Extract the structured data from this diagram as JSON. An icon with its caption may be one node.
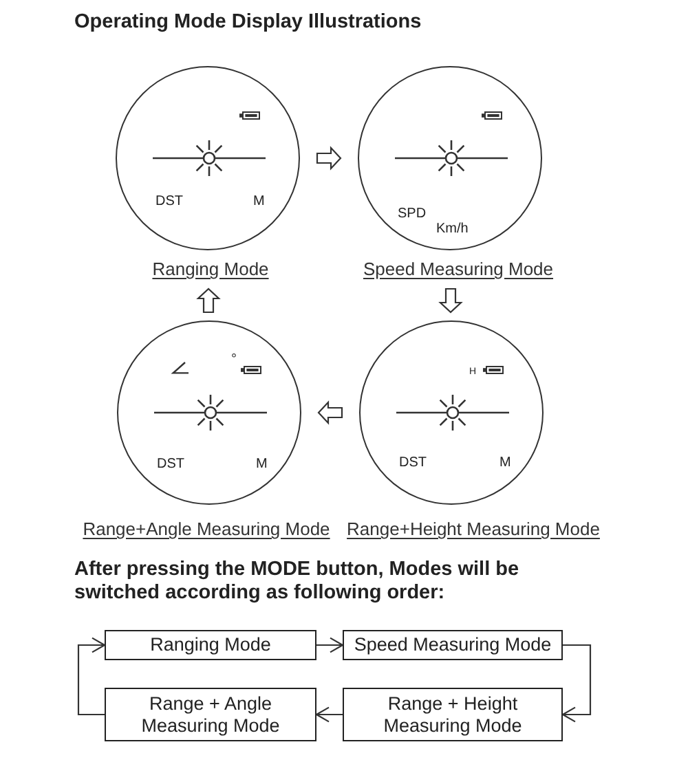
{
  "diagram": {
    "title": "Operating Mode Display Illustrations",
    "nodes": [
      {
        "text": [
          "DST",
          "M"
        ],
        "beside": [
          "Ranging Mode"
        ]
      },
      {
        "text": [
          "SPD",
          "Km/h"
        ],
        "beside": [
          "Speed Measuring Mode"
        ]
      },
      {
        "text": [
          "°",
          "DST",
          "M"
        ],
        "beside": [
          "Range+Angle Measuring Mode"
        ]
      },
      {
        "text": [
          "H",
          "DST",
          "M"
        ],
        "beside": [
          "Range+Height Measuring Mode"
        ]
      },
      {
        "text": [
          "Ranging Mode"
        ]
      },
      {
        "text": [
          "Speed Measuring Mode"
        ]
      },
      {
        "text": [
          "Range + Angle Measuring Mode"
        ]
      },
      {
        "text": [
          "Range + Height Measuring Mode"
        ]
      }
    ],
    "edges": [
      {
        "from": 0,
        "to": 1,
        "arrow": "to"
      },
      {
        "from": 1,
        "to": 3,
        "arrow": "to"
      },
      {
        "from": 3,
        "to": 2,
        "arrow": "to"
      },
      {
        "from": 2,
        "to": 0,
        "arrow": "to"
      },
      {
        "from": 4,
        "to": 5,
        "arrow": "to"
      },
      {
        "from": 5,
        "to": 7,
        "arrow": "to"
      },
      {
        "from": 7,
        "to": 6,
        "arrow": "to"
      },
      {
        "from": 6,
        "to": 4,
        "arrow": "to"
      }
    ],
    "labels": [
      "After pressing the MODE button, Modes will be switched according as following order:"
    ]
  }
}
